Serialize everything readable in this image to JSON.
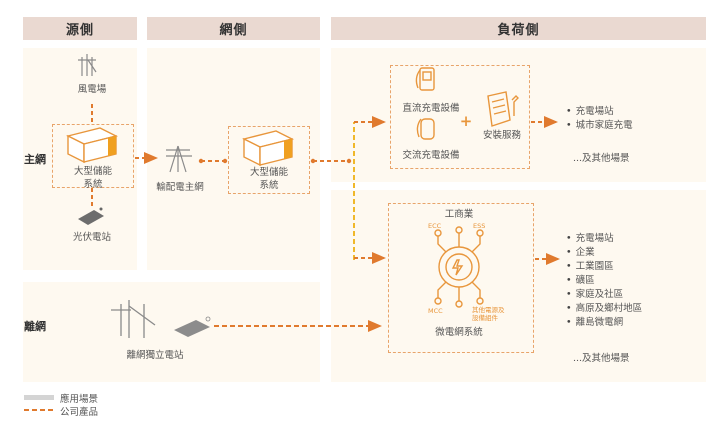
{
  "headers": {
    "source": "源側",
    "grid": "網側",
    "load": "負荷側"
  },
  "row_labels": {
    "main_grid": "主網",
    "off_grid": "離網"
  },
  "source_side": {
    "wind_farm": "風電場",
    "storage_line1": "大型儲能",
    "storage_line2": "系統",
    "pv_station": "光伏電站"
  },
  "grid_side": {
    "transmission": "輸配電主網",
    "storage_line1": "大型儲能",
    "storage_line2": "系統"
  },
  "load_top": {
    "dc_charger": "直流充電設備",
    "ac_charger": "交流充電設備",
    "plus": "+",
    "install_service": "安裝服務",
    "scenarios": [
      "充電場站",
      "城市家庭充電"
    ],
    "more": "...及其他場景"
  },
  "load_bottom": {
    "title": "工商業",
    "nodes": {
      "ecc": "ECC",
      "ess": "ESS",
      "mcc": "MCC",
      "other_line1": "其他電源及",
      "other_line2": "設備組件"
    },
    "system": "微電網系統",
    "scenarios": [
      "充電場站",
      "企業",
      "工業園區",
      "礦區",
      "家庭及社區",
      "高原及鄉村地區",
      "離島微電網"
    ],
    "more": "...及其他場景"
  },
  "off_grid": {
    "station": "離網獨立電站"
  },
  "legend": {
    "application": "應用場景",
    "product": "公司產品"
  },
  "colors": {
    "header_bg": "#ead9d1",
    "panel_bg": "#fef9f0",
    "accent_orange": "#e07a2e",
    "dash_yellow": "#f0b82a",
    "icon_orange": "#e8963c"
  }
}
